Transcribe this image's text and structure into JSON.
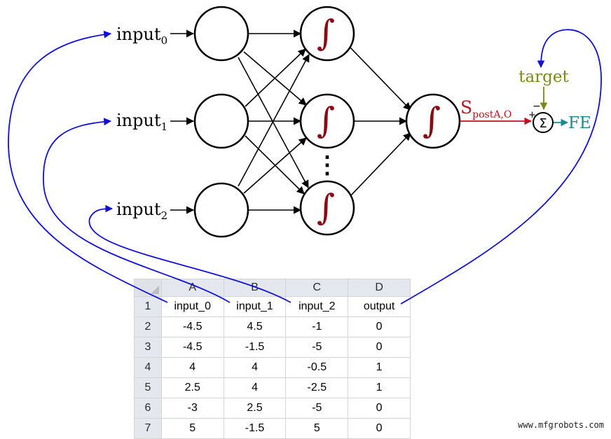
{
  "diagram": {
    "inputs": [
      {
        "base": "input",
        "sub": "0"
      },
      {
        "base": "input",
        "sub": "1"
      },
      {
        "base": "input",
        "sub": "2"
      }
    ],
    "integral_symbol": "∫",
    "ellipsis": "⋮",
    "signal_label": {
      "base": "S",
      "sub": "postA,O"
    },
    "target_label": "target",
    "sum_symbol": "Σ",
    "plus_sign": "+",
    "minus_sign": "−",
    "fe_label": "FE",
    "colors": {
      "arrow_blue": "#1010d8",
      "signal_red": "#c0101e",
      "integral_red": "#8b0a14",
      "target_olive": "#7b8a12",
      "fe_teal": "#1a8a8f"
    }
  },
  "spreadsheet": {
    "column_letters": [
      "A",
      "B",
      "C",
      "D"
    ],
    "rows": [
      {
        "num": "1",
        "cells": [
          "input_0",
          "input_1",
          "input_2",
          "output"
        ]
      },
      {
        "num": "2",
        "cells": [
          "-4.5",
          "4.5",
          "-1",
          "0"
        ]
      },
      {
        "num": "3",
        "cells": [
          "-4.5",
          "-1.5",
          "-5",
          "0"
        ]
      },
      {
        "num": "4",
        "cells": [
          "4",
          "4",
          "-0.5",
          "1"
        ]
      },
      {
        "num": "5",
        "cells": [
          "2.5",
          "4",
          "-2.5",
          "1"
        ]
      },
      {
        "num": "6",
        "cells": [
          "-3",
          "2.5",
          "-5",
          "0"
        ]
      },
      {
        "num": "7",
        "cells": [
          "5",
          "-1.5",
          "5",
          "0"
        ]
      }
    ]
  },
  "watermark": "www.mfgrobots.com"
}
